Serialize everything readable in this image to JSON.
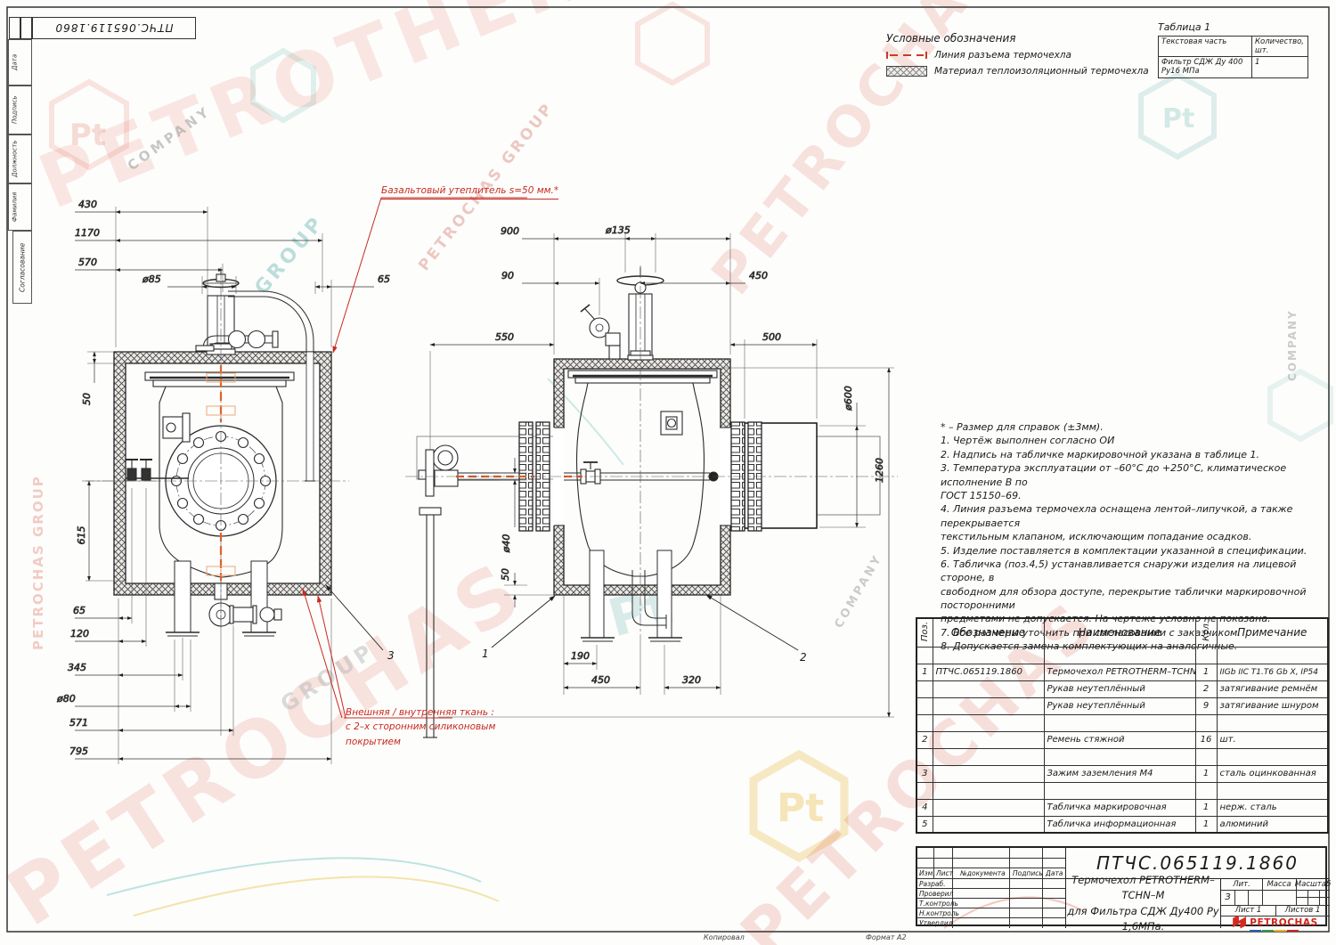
{
  "page": {
    "doc_number_top": "ПТЧС.065119.1860",
    "copy_label": "Копировал",
    "format_label": "Формат А2"
  },
  "approval_strip": {
    "labels": [
      "Дата",
      "Подпись",
      "Должность",
      "Фамилия",
      "Согласование"
    ]
  },
  "legend": {
    "title": "Условные обозначения",
    "items": [
      {
        "icon": "parting-line-swatch",
        "label": "Линия разъема термочехла"
      },
      {
        "icon": "insulation-swatch",
        "label": "Материал теплоизоляционный термочехла"
      }
    ]
  },
  "table1": {
    "title": "Таблица 1",
    "headers": [
      "Текстовая часть",
      "Количество, шт."
    ],
    "rows": [
      [
        "Фильтр СДЖ Ду 400 Ру16 МПа",
        "1"
      ]
    ]
  },
  "notes": {
    "lines": [
      "* – Размер для справок (±3мм).",
      "1. Чертёж выполнен согласно ОИ",
      "2. Надпись на табличке маркировочной указана в таблице 1.",
      "3. Температура эксплуатации от –60°С до +250°С, климатическое исполнение В по",
      "ГОСТ 15150–69.",
      "4. Линия разъема термочехла оснащена лентой–липучкой, а также перекрывается",
      "текстильным клапаном, исключающим попадание осадков.",
      "5. Изделие поставляется в комплектации указанной в спецификации.",
      "6. Табличка (поз.4,5) устанавливается снаружи изделия на лицевой стороне, в",
      "свободном для обзора доступе, перекрытие таблички маркировочной посторонними",
      "предметами не допускается. На чертеже условно не показана.",
      "7. Все размеры уточнить при согласовании с заказчиком.",
      "8. Допускается замена комплектующих на аналогичные."
    ]
  },
  "callouts": {
    "basalt": "Базальтовый утеплитель  s=50 мм.*",
    "fabric_lines": [
      "Внешняя / внутренняя ткань :",
      "с 2–х сторонним силиконовым",
      "покрытием"
    ],
    "pos1": "1",
    "pos2": "2",
    "pos3": "3"
  },
  "dims": {
    "left": [
      "430",
      "1170",
      "570",
      "ø85",
      "65",
      "50",
      "615",
      "65",
      "120",
      "345",
      "ø80",
      "571",
      "795"
    ],
    "right": [
      "900",
      "ø135",
      "90",
      "450",
      "550",
      "500",
      "ø600",
      "1260",
      "ø40",
      "50",
      "190",
      "450",
      "320"
    ]
  },
  "spec_table": {
    "headers": [
      "Поз.",
      "Обозначение",
      "Наименование",
      "Кол.",
      "Примечание"
    ],
    "rows": [
      {
        "pos": "",
        "designation": "",
        "name": "",
        "qty": "",
        "note": ""
      },
      {
        "pos": "1",
        "designation": "ПТЧС.065119.1860",
        "name": "Термочехол PETROTHERM–TCHN–M",
        "qty": "1",
        "note": "IIGb IIC T1.T6 Gb X, IP54"
      },
      {
        "pos": "",
        "designation": "",
        "name": "Рукав неутеплённый",
        "qty": "2",
        "note": "затягивание ремнём"
      },
      {
        "pos": "",
        "designation": "",
        "name": "Рукав неутеплённый",
        "qty": "9",
        "note": "затягивание шнуром"
      },
      {
        "pos": "",
        "designation": "",
        "name": "",
        "qty": "",
        "note": ""
      },
      {
        "pos": "2",
        "designation": "",
        "name": "Ремень стяжной",
        "qty": "16",
        "note": "шт."
      },
      {
        "pos": "",
        "designation": "",
        "name": "",
        "qty": "",
        "note": ""
      },
      {
        "pos": "3",
        "designation": "",
        "name": "Зажим заземления М4",
        "qty": "1",
        "note": "сталь оцинкованная"
      },
      {
        "pos": "",
        "designation": "",
        "name": "",
        "qty": "",
        "note": ""
      },
      {
        "pos": "4",
        "designation": "",
        "name": "Табличка маркировочная",
        "qty": "1",
        "note": "нерж. сталь"
      },
      {
        "pos": "5",
        "designation": "",
        "name": "Табличка информационная",
        "qty": "1",
        "note": "алюминий"
      }
    ]
  },
  "title_block": {
    "doc_number": "ПТЧС.065119.1860",
    "title_lines": [
      "Термочехол PETROTHERM–TCHN–M",
      "для Фильтра СДЖ Ду400 Ру 1,6МПа."
    ],
    "header_cols": [
      "Изм.",
      "Лист",
      "№документа",
      "Подпись",
      "Дата"
    ],
    "row_labels": [
      "Разраб.",
      "Проверил",
      "Т.контроль",
      "Н.контроль",
      "Утвердил"
    ],
    "lit_label": "Лит.",
    "lit_value": "З",
    "mass_label": "Масса",
    "scale_label": "Масштаб",
    "sheet_label": "Лист 1",
    "sheets_label": "Листов 1",
    "logo_text": "PETROCHAS"
  },
  "watermarks": {
    "petrotherm": "PETROTHERM",
    "petrochas": "PETROCHAS",
    "petrochas_group": "PETROCHAS GROUP",
    "company": "COMPANY",
    "group": "GROUP",
    "pt": "Pt"
  }
}
